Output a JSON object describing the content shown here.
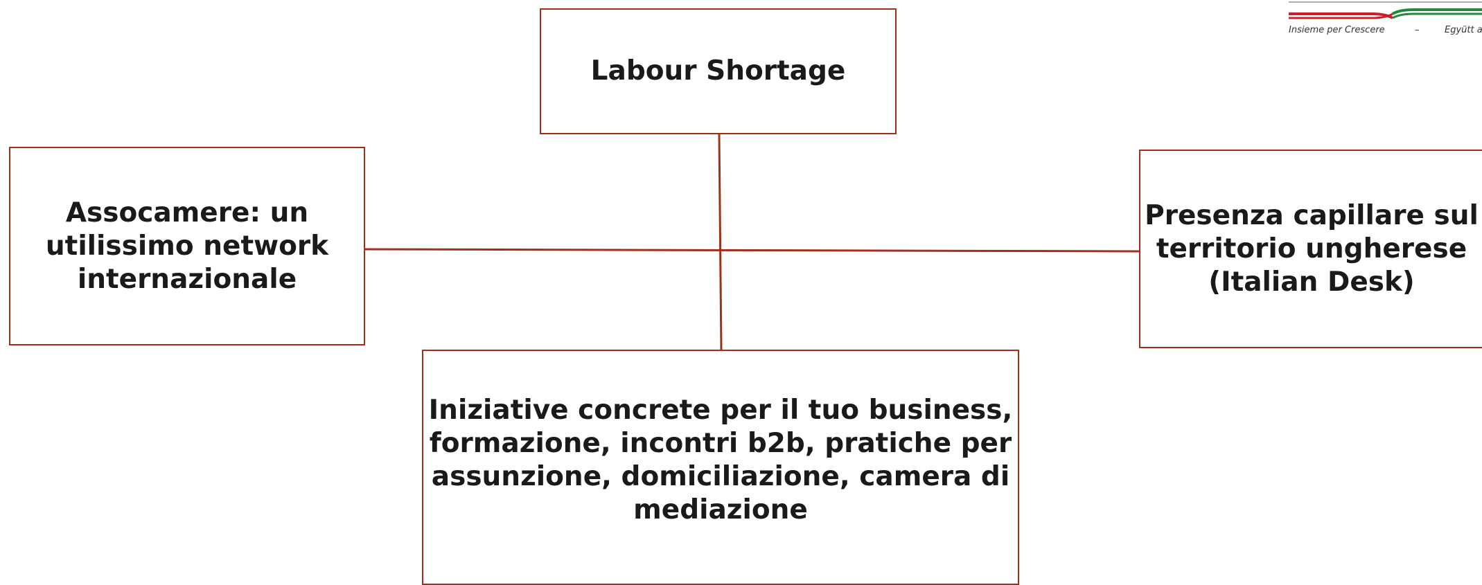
{
  "diagram": {
    "top": {
      "label": "Labour Shortage"
    },
    "left": {
      "label": "Assocamere: un utilissimo network internazionale"
    },
    "right": {
      "label": "Presenza capillare sul territorio ungherese (Italian Desk)"
    },
    "bottom": {
      "label": "Iniziative concrete per il tuo business, formazione, incontri b2b, pratiche per assunzione, domiciliazione, camera di mediazione"
    },
    "line_color": "#a0301c"
  },
  "logo": {
    "tagline_it": "Insieme per Crescere",
    "separator": "–",
    "tagline_hu": "Együtt a S",
    "colors": {
      "red": "#c8202a",
      "white": "#ffffff",
      "green": "#1e8a3c"
    }
  }
}
